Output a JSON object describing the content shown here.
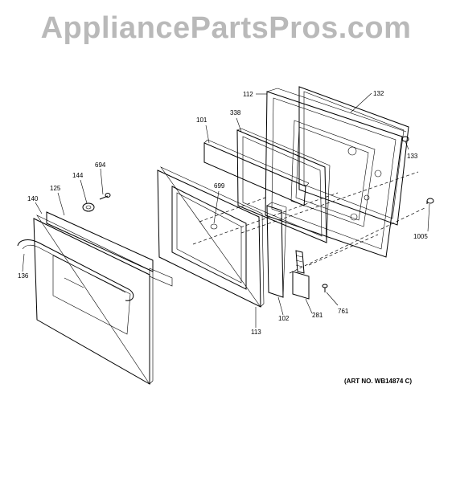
{
  "watermark": "AppliancePartsPros.com",
  "art_number": "(ART NO. WB14874 C)",
  "callouts": {
    "p112": "112",
    "p132": "132",
    "p338": "338",
    "p101": "101",
    "p133": "133",
    "p694": "694",
    "p144": "144",
    "p699": "699",
    "p125": "125",
    "p140": "140",
    "p1005": "1005",
    "p136": "136",
    "p761": "761",
    "p281": "281",
    "p102": "102",
    "p113": "113"
  }
}
